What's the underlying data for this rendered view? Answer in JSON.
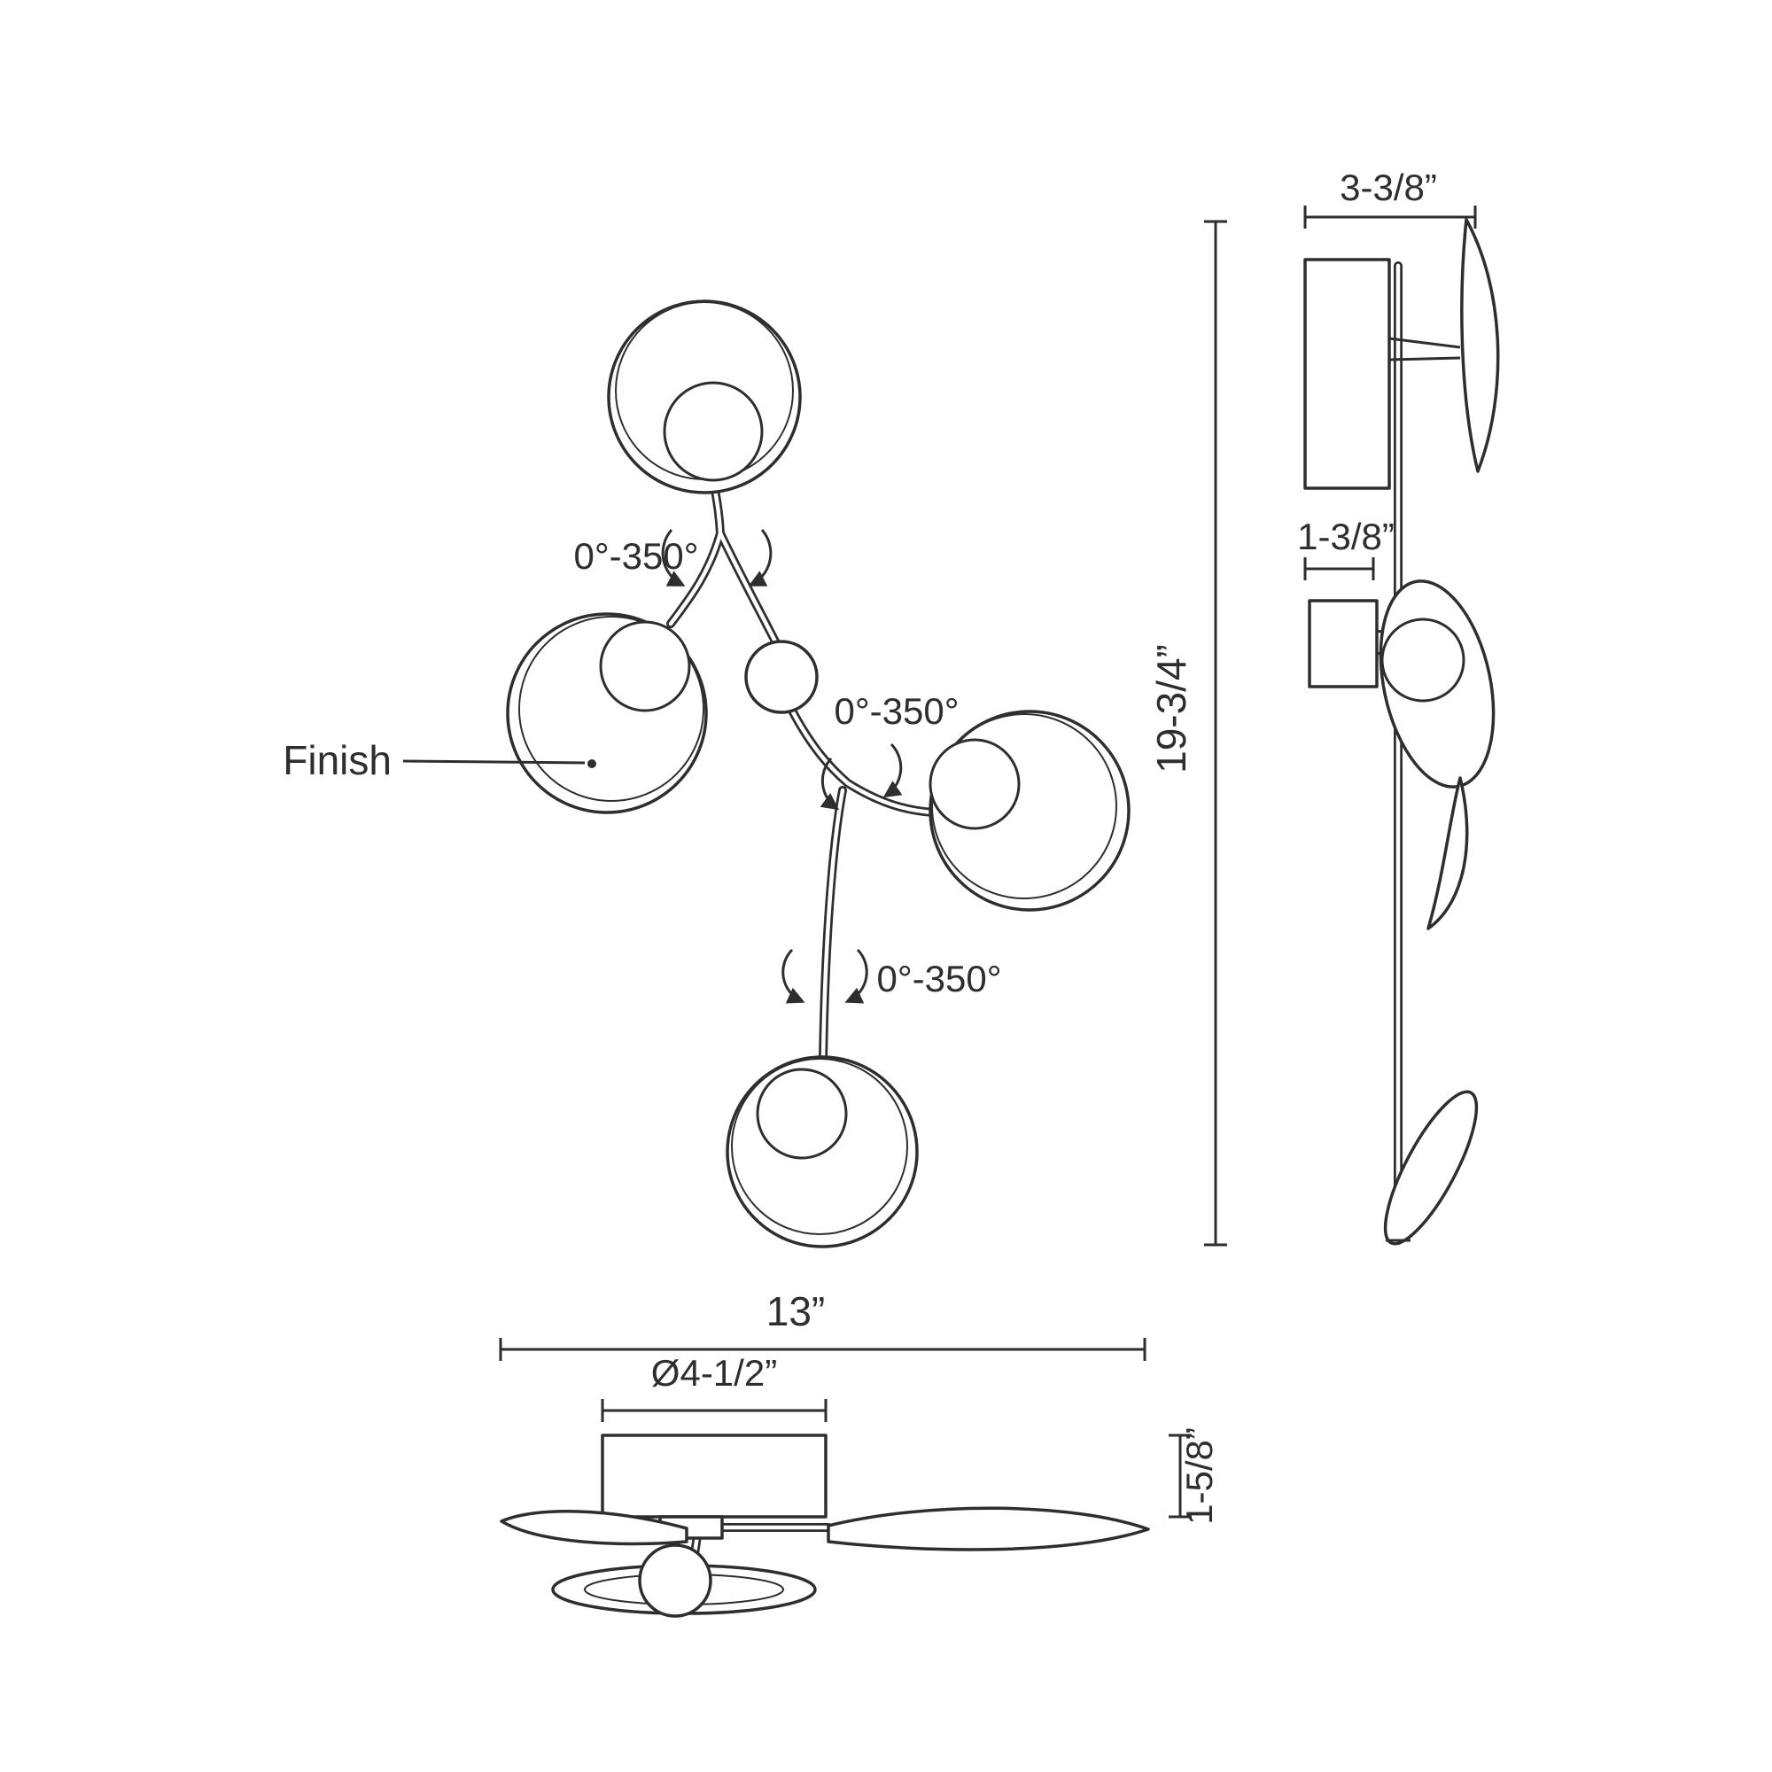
{
  "meta": {
    "background": "#ffffff",
    "line_color": "#2e2e2e"
  },
  "front_view": {
    "finish_label": "Finish",
    "rotation_labels": {
      "top": "0°-350°",
      "middle": "0°-350°",
      "bottom": "0°-350°"
    }
  },
  "side_view": {
    "width_dim": "3-3/8”",
    "stem_dim": "1-3/8”",
    "height_dim": "19-3/4”"
  },
  "bottom_view": {
    "overall_width_dim": "13”",
    "canopy_diameter_dim": "Ø4-1/2”",
    "canopy_height_dim": "1-5/8”"
  }
}
